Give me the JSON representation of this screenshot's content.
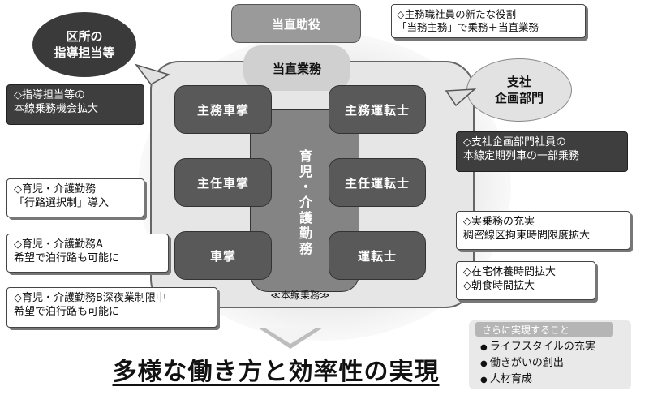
{
  "top": {
    "duty_assistant": "当直助役",
    "duty_work": "当直業務",
    "role_callout_line1": "◇主務職社員の新たな役割",
    "role_callout_line2": "「当務主務」で乗務＋当直業務"
  },
  "left_ellipse": {
    "line1": "区所の",
    "line2": "指導担当等"
  },
  "right_ellipse": {
    "line1": "支社",
    "line2": "企画部門"
  },
  "roles": {
    "chief_conductor": "主務車掌",
    "chief_driver": "主務運転士",
    "senior_conductor": "主任車掌",
    "senior_driver": "主任運転士",
    "conductor": "車掌",
    "driver": "運転士"
  },
  "childcare_label": "育児・介護勤務",
  "mainline_caption": "≪本線乗務≫",
  "left_callouts": [
    {
      "line1": "◇指導担当等の",
      "line2": "本線乗務機会拡大"
    },
    {
      "line1": "◇育児・介護勤務",
      "line2": "「行路選択制」導入"
    },
    {
      "line1": "◇育児・介護勤務A",
      "line2": "希望で泊行路も可能に"
    },
    {
      "line1": "◇育児・介護勤務B深夜業制限中",
      "line2": "希望で泊行路も可能に"
    }
  ],
  "right_callouts": [
    {
      "line1": "◇支社企画部門社員の",
      "line2": "本線定期列車の一部乗務"
    },
    {
      "line1": "◇実乗務の充実",
      "line2": "稠密線区拘束時間限度拡大"
    },
    {
      "line1": "◇在宅休養時間拡大",
      "line2": "◇朝食時間拡大"
    }
  ],
  "headline": "多様な働き方と効率性の実現",
  "further": {
    "title": "さらに実現すること",
    "items": [
      "ライフスタイルの充実",
      "働きがいの創出",
      "人材育成"
    ]
  }
}
